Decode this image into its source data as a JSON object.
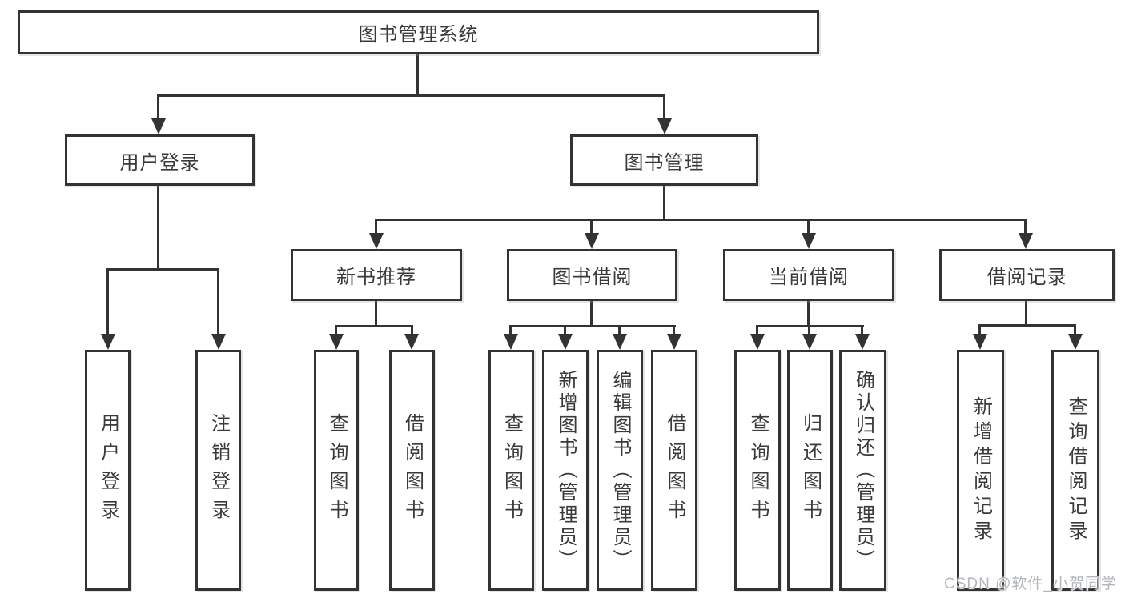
{
  "nodes": {
    "root": "图书管理系统",
    "user_login": "用户登录",
    "book_mgmt": "图书管理",
    "new_books": "新书推荐",
    "book_borrow": "图书借阅",
    "current_borrow": "当前借阅",
    "borrow_records": "借阅记录",
    "f_user_login": "用户登录",
    "f_logout": "注销登录",
    "f_query_book_a": "查询图书",
    "f_borrow_book_a": "借阅图书",
    "f_query_book_b": "查询图书",
    "f_add_book": "新增图书（管理员）",
    "f_edit_book": "编辑图书（管理员）",
    "f_borrow_book_b": "借阅图书",
    "f_query_book_c": "查询图书",
    "f_return_book": "归还图书",
    "f_confirm_return": "确认归还（管理员）",
    "f_add_record": "新增借阅记录",
    "f_query_record": "查询借阅记录"
  },
  "watermark": "CSDN @软件_小贺同学",
  "colors": {
    "line": "#333333",
    "text": "#3a3a3c",
    "watermark": "#b3b6ba",
    "background": "#ffffff"
  }
}
